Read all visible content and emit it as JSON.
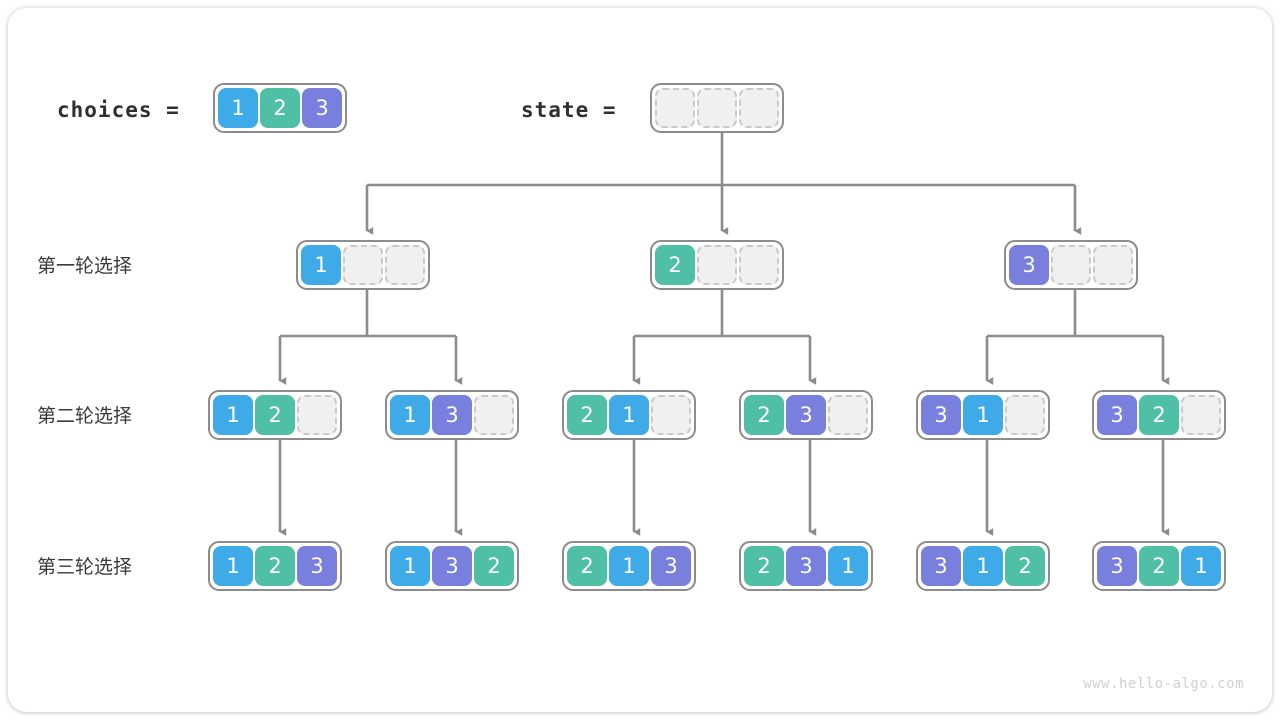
{
  "watermark": "www.hello-algo.com",
  "colors": {
    "value_1": "#3eaae8",
    "value_2": "#4fbfa6",
    "value_3": "#787fdc",
    "empty_cell": "#f0f0f0",
    "empty_border": "#c9c9c9",
    "node_border": "#8c8c8c",
    "edge": "#8c8c8c",
    "text": "#3a3a3a",
    "watermark": "#d0d0d0"
  },
  "header": {
    "choices_label": "choices  =",
    "choices_values": [
      "1",
      "2",
      "3"
    ],
    "state_label": "state  =",
    "state_values": [
      "",
      "",
      ""
    ]
  },
  "rows": [
    {
      "label": "第一轮选择"
    },
    {
      "label": "第二轮选择"
    },
    {
      "label": "第三轮选择"
    }
  ],
  "tree": {
    "level1": [
      {
        "cells": [
          "1",
          "",
          ""
        ]
      },
      {
        "cells": [
          "2",
          "",
          ""
        ]
      },
      {
        "cells": [
          "3",
          "",
          ""
        ]
      }
    ],
    "level2": [
      {
        "cells": [
          "1",
          "2",
          ""
        ]
      },
      {
        "cells": [
          "1",
          "3",
          ""
        ]
      },
      {
        "cells": [
          "2",
          "1",
          ""
        ]
      },
      {
        "cells": [
          "2",
          "3",
          ""
        ]
      },
      {
        "cells": [
          "3",
          "1",
          ""
        ]
      },
      {
        "cells": [
          "3",
          "2",
          ""
        ]
      }
    ],
    "level3": [
      {
        "cells": [
          "1",
          "2",
          "3"
        ]
      },
      {
        "cells": [
          "1",
          "3",
          "2"
        ]
      },
      {
        "cells": [
          "2",
          "1",
          "3"
        ]
      },
      {
        "cells": [
          "2",
          "3",
          "1"
        ]
      },
      {
        "cells": [
          "3",
          "1",
          "2"
        ]
      },
      {
        "cells": [
          "3",
          "2",
          "1"
        ]
      }
    ]
  }
}
